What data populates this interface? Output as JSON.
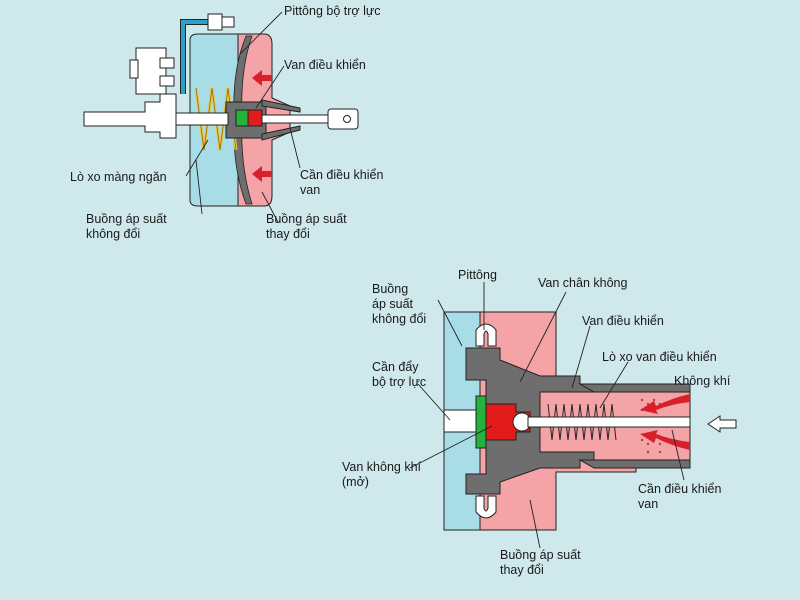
{
  "colors": {
    "background": "#cfe8ec",
    "constant_chamber": "#a8dde8",
    "variable_chamber": "#f4a3a7",
    "piston_gray": "#6e6e6e",
    "spring": "#e8c84a",
    "valve_red": "#e21b1b",
    "valve_green": "#24b33a",
    "arrow_red": "#d7202a",
    "tube_blue": "#2aa1c8"
  },
  "top_diagram": {
    "labels": {
      "booster_piston": "Pittông bộ trợ lực",
      "control_valve": "Van điều khiển",
      "diaphragm_spring": "Lò xo màng ngăn",
      "valve_control_rod": "Cần điều khiển\nvan",
      "constant_pressure_chamber": "Buồng áp suất\nkhông đổi",
      "variable_pressure_chamber": "Buồng áp suất\nthay đổi"
    }
  },
  "bottom_diagram": {
    "labels": {
      "constant_pressure_chamber": "Buồng\náp suất\nkhông đổi",
      "piston": "Pittông",
      "vacuum_valve": "Van chân không",
      "control_valve": "Van điều khiển",
      "control_valve_spring": "Lò xo van điều khiển",
      "air": "Không khí",
      "booster_push_rod": "Cần đẩy\nbộ trợ lực",
      "air_valve_open": "Van không khí\n(mở)",
      "valve_control_rod": "Cần điều khiển\nvan",
      "variable_pressure_chamber": "Buồng áp suất\nthay đổi"
    }
  }
}
